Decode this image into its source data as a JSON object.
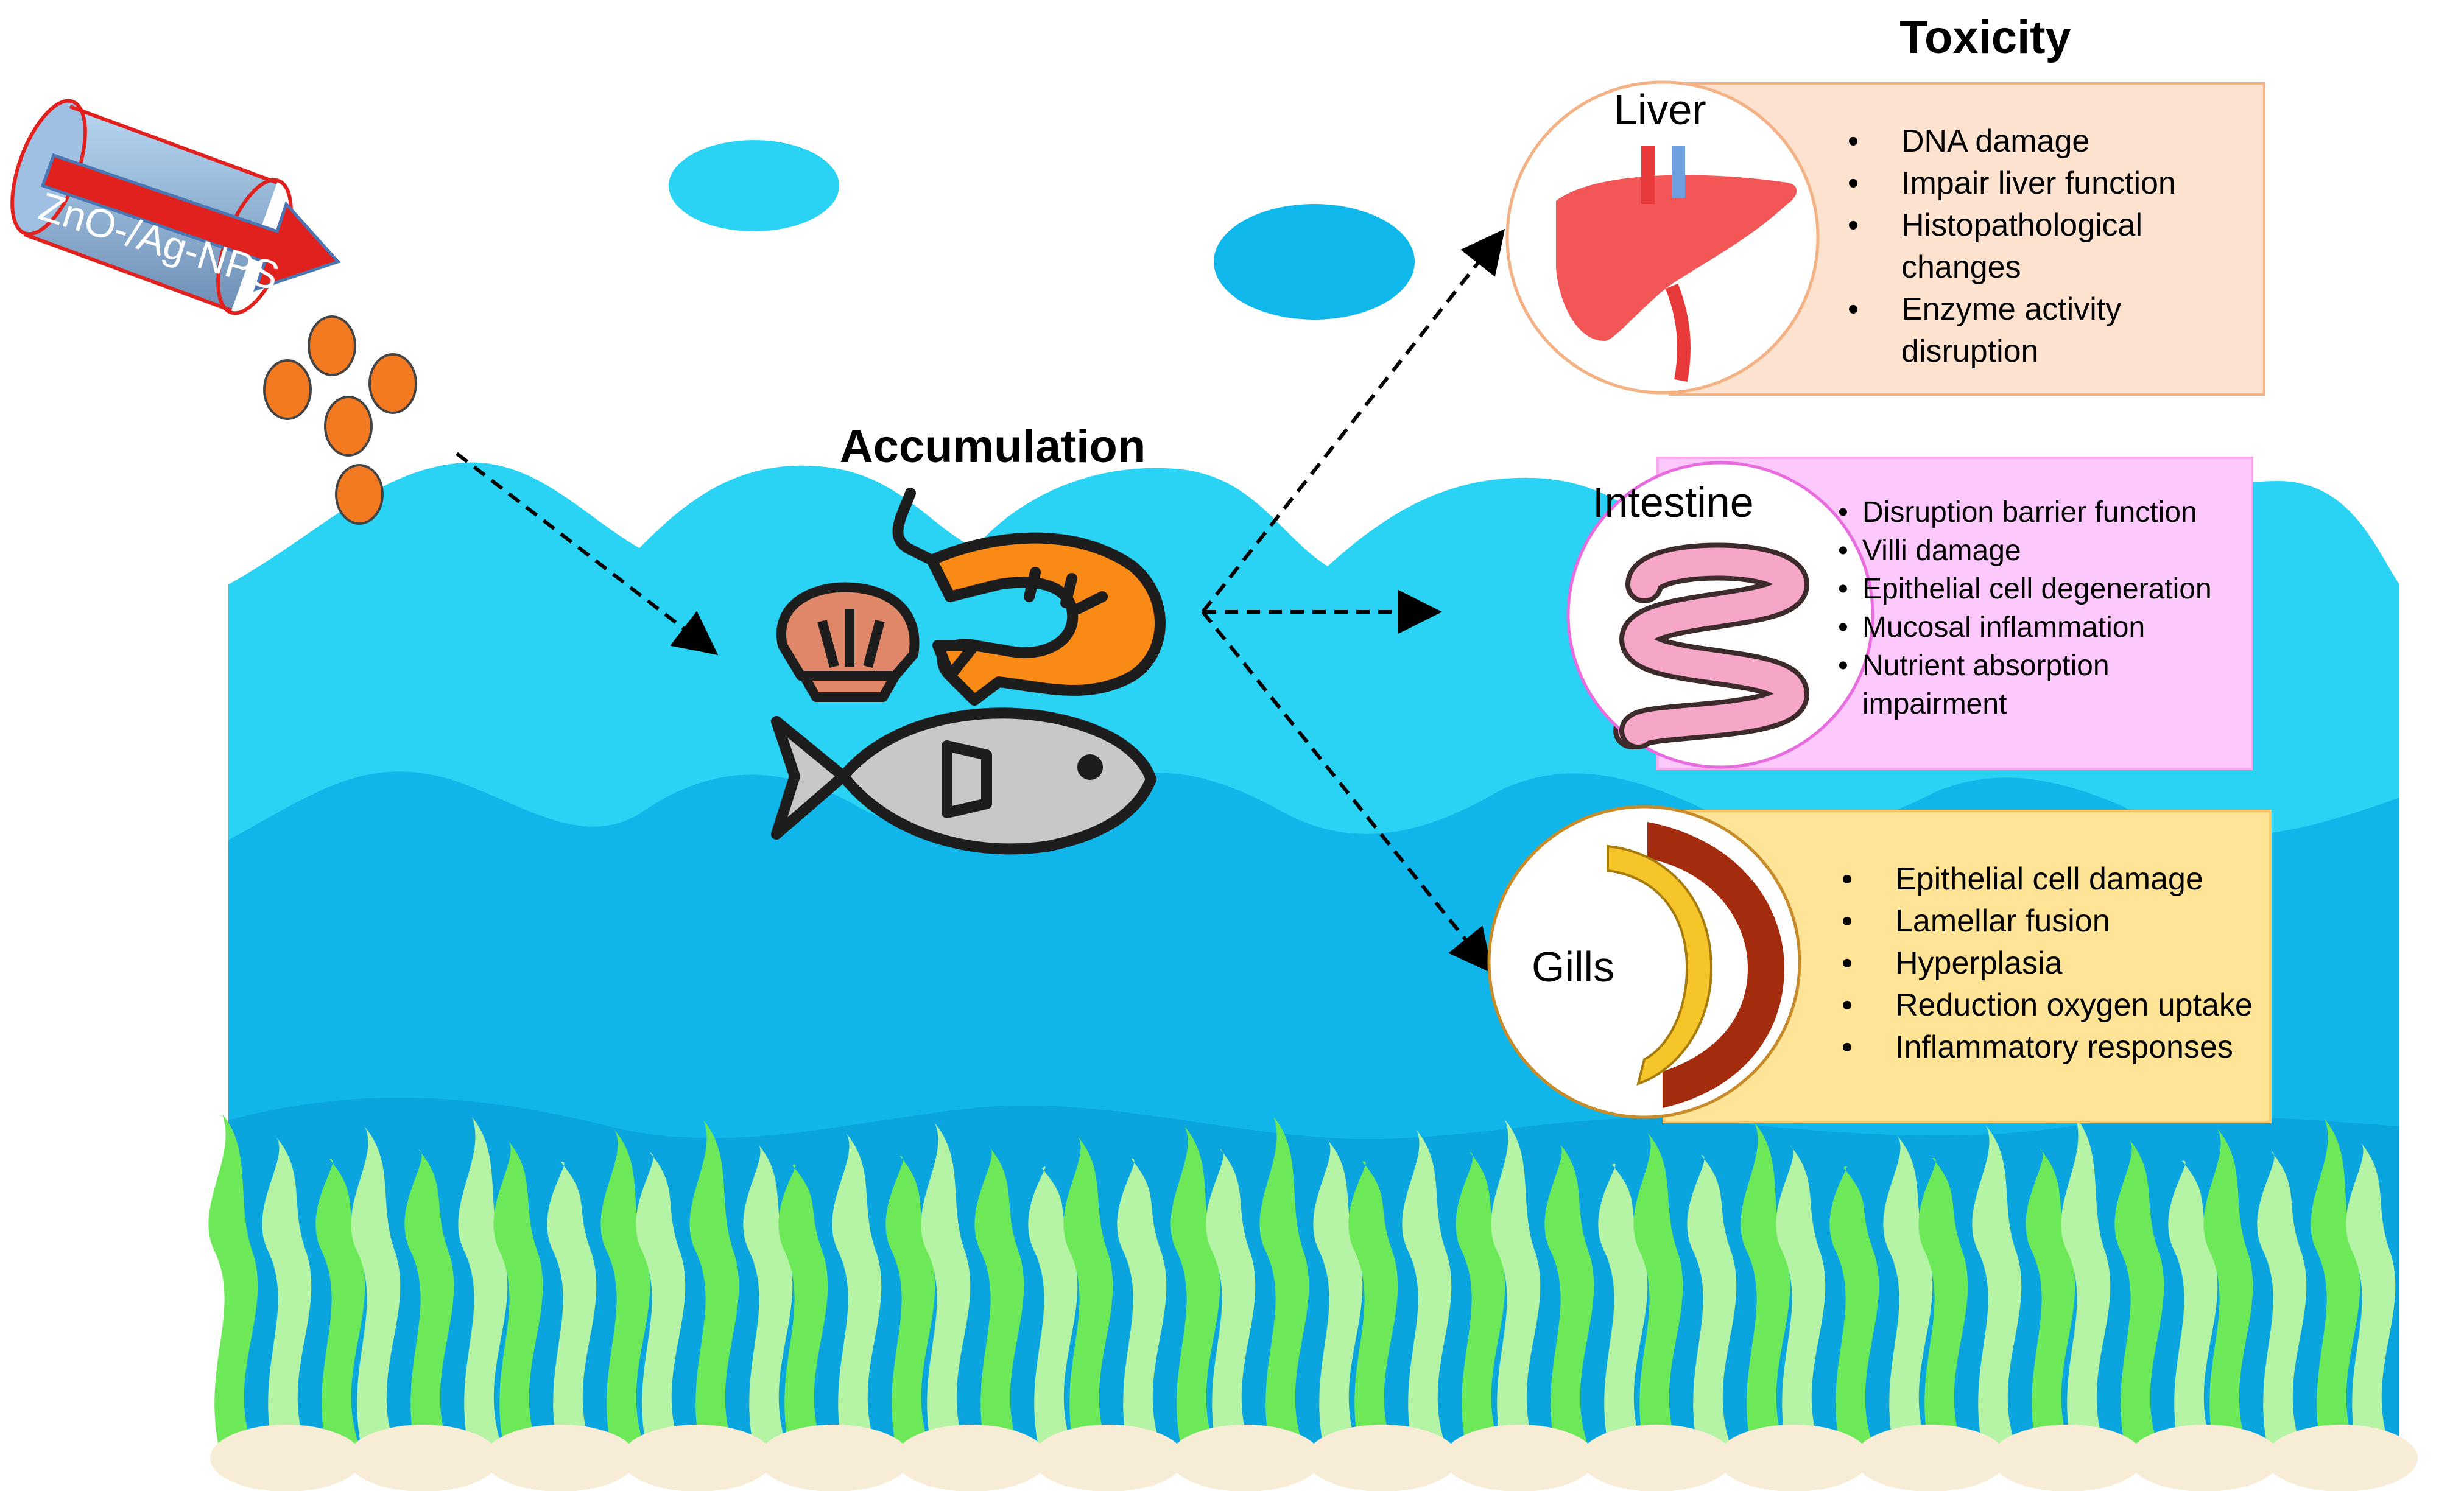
{
  "source_label": "ZnO-/Ag-NPS",
  "title": "Toxicity",
  "center_label": "Accumulation",
  "organs": [
    {
      "name": "Liver",
      "effects": [
        "DNA damage",
        "Impair liver function",
        "Histopathological changes",
        "Enzyme activity disruption"
      ]
    },
    {
      "name": "Intestine",
      "effects": [
        "Disruption barrier function",
        "Villi damage",
        "Epithelial cell degeneration",
        "Mucosal inflammation",
        "Nutrient absorption impairment"
      ]
    },
    {
      "name": "Gills",
      "effects": [
        "Epithelial cell damage",
        "Lamellar fusion",
        "Hyperplasia",
        "Reduction oxygen uptake",
        "Inflammatory responses"
      ]
    }
  ],
  "colors": {
    "water_light": "#2ad3f4",
    "water_dark": "#10b6ea",
    "seaweed_light": "#b5f3a5",
    "seaweed_dark": "#6de858",
    "particle": "#f47a22",
    "liver_panel": "#fde2d0",
    "intestine_panel": "#fdc8fb",
    "gills_panel": "#ffe396"
  }
}
